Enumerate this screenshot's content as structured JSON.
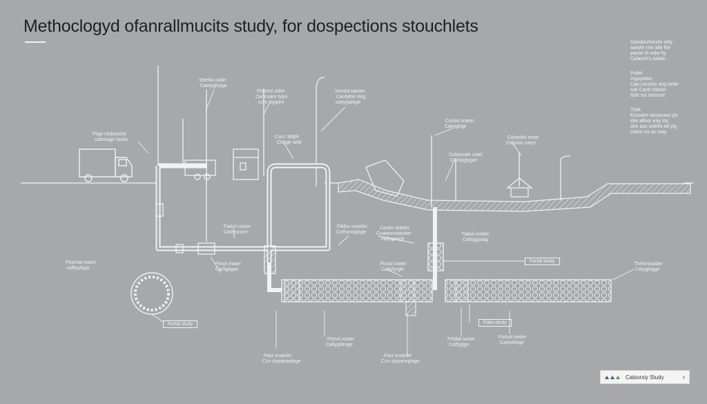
{
  "title": "Methoclogyd ofanrallmucits study, for dospections stouchlets",
  "notes": [
    {
      "lines": [
        "Gandorzhiezils stdy",
        "aasyle rnw afie lke",
        "yasoe rit wdw hy",
        "Calassh's saiale."
      ]
    },
    {
      "lines": [
        "Poitel",
        "Ingaystlon",
        "Caa caccleo arig kefat",
        "tsle Cantl stkelor.",
        "ttsle sst sloorsel"
      ]
    },
    {
      "lines": [
        "Ttsle",
        "Ecroalre taoyacaul ylo",
        "sbe alfoor eay sty",
        "ahe ass sstelfs ed ylg",
        "calssi cis ao taay"
      ]
    }
  ],
  "labels": {
    "truck": [
      "Fliga chdeaiche",
      "cattroage fauds"
    ],
    "top1": [
      "Sttertio cafie",
      "Caetyglsoge"
    ],
    "top2": [
      "Fhsrtrol sttler",
      "Caricuare tylyo",
      "ccht slygore"
    ],
    "top3": [
      "Smrtiol tatoter",
      "Cantylne slog",
      "cartygaloge"
    ],
    "mid1": [
      "Cucr. Mlgfe",
      "Ctroge aole"
    ],
    "right1": [
      "Curtiol onater",
      "Caityglrge"
    ],
    "right2": [
      "Cdrastilo reitor",
      "Coilytos citeyl"
    ],
    "right3": [
      "Cofstroale cotel",
      "Cahrpglygan"
    ],
    "pipe1": [
      "Ttaitol coster",
      "Carlysciore"
    ],
    "pipe2": [
      "Ffitllor mostler",
      "Cnthynogloge"
    ],
    "pipe3": [
      "Cautio sidaler",
      "Cuaiwosvlaisiter",
      "caffygatipe"
    ],
    "pipe4": [
      "Ttatiol onkter",
      "Caltyggolag"
    ],
    "leftcircle": [
      "Firartral mater",
      "cafftyyfpge"
    ],
    "lowmid": [
      "Flniol rnater",
      "Carliglippe"
    ],
    "rightend": [
      "Thefortioader",
      "Catyglogge"
    ],
    "bottom1": [
      "Ftictol roater",
      "Cafiyglitroge"
    ],
    "bottom2": [
      "Fhciol mater",
      "Cattylyrgle"
    ],
    "bottom3": [
      "Prtdial raster",
      "Catfyglge"
    ],
    "bottom4": [
      "Fistvol raster",
      "Carlyelioge"
    ],
    "bottom5": [
      "Fast sroacler",
      "Czn siypaneplage"
    ]
  },
  "tags": {
    "tag1": "Fortal study",
    "tag2": "Folio study",
    "tag3": "Fortal sludy"
  },
  "case_button": {
    "label": "Calsorxiy Study",
    "chevron": "›"
  },
  "colors": {
    "background": "#a6a8aa",
    "line": "#f2f2f2",
    "tri_green": "#3fa34d",
    "tri_dark": "#555555"
  }
}
